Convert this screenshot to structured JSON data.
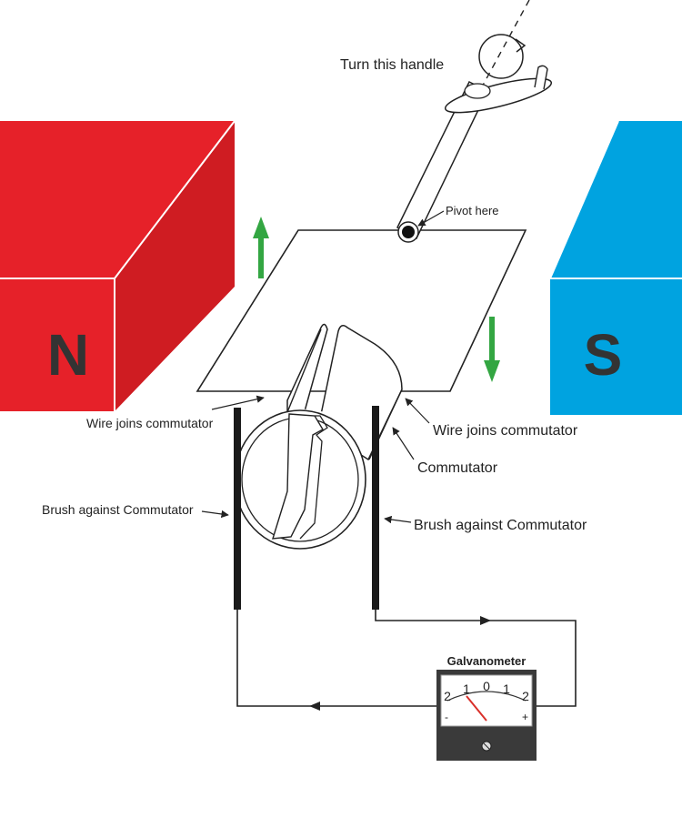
{
  "magnets": {
    "north": {
      "letter": "N",
      "color": "#e62129"
    },
    "south": {
      "letter": "S",
      "color": "#00a3e0"
    }
  },
  "labels": {
    "handle": "Turn this handle",
    "pivot": "Pivot here",
    "wire_left": "Wire joins commutator",
    "wire_right": "Wire joins commutator",
    "commutator": "Commutator",
    "brush_left": "Brush against Commutator",
    "brush_right": "Brush against Commutator"
  },
  "galvanometer": {
    "title": "Galvanometer",
    "scale": [
      "2",
      "1",
      "0",
      "1",
      "2"
    ],
    "minus": "-",
    "plus": "+",
    "needle_color": "#d9302a"
  },
  "arrow_color": "#33a642"
}
